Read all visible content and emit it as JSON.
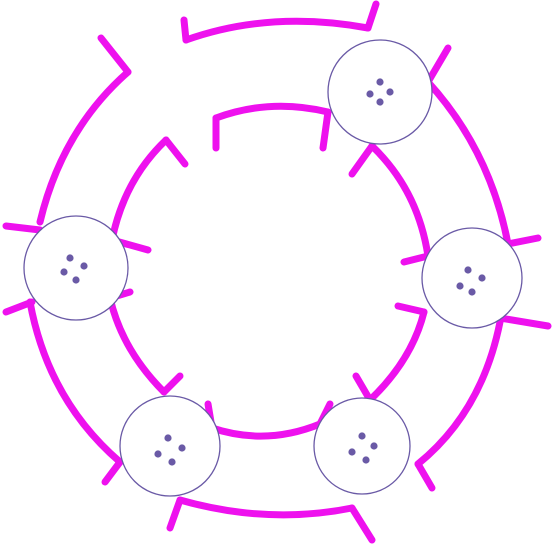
{
  "colors": {
    "background": "#ffffff",
    "track": "#ee11ee",
    "node_outline": "#6a5aa6",
    "node_dot": "#6a5aa6"
  },
  "diagram": {
    "kind": "ring-network",
    "rings": 2,
    "node_count": 5,
    "dots_per_node": 4,
    "nodes": [
      {
        "id": "node-top-right"
      },
      {
        "id": "node-right"
      },
      {
        "id": "node-bottom-right"
      },
      {
        "id": "node-bottom-left"
      },
      {
        "id": "node-left"
      }
    ]
  }
}
